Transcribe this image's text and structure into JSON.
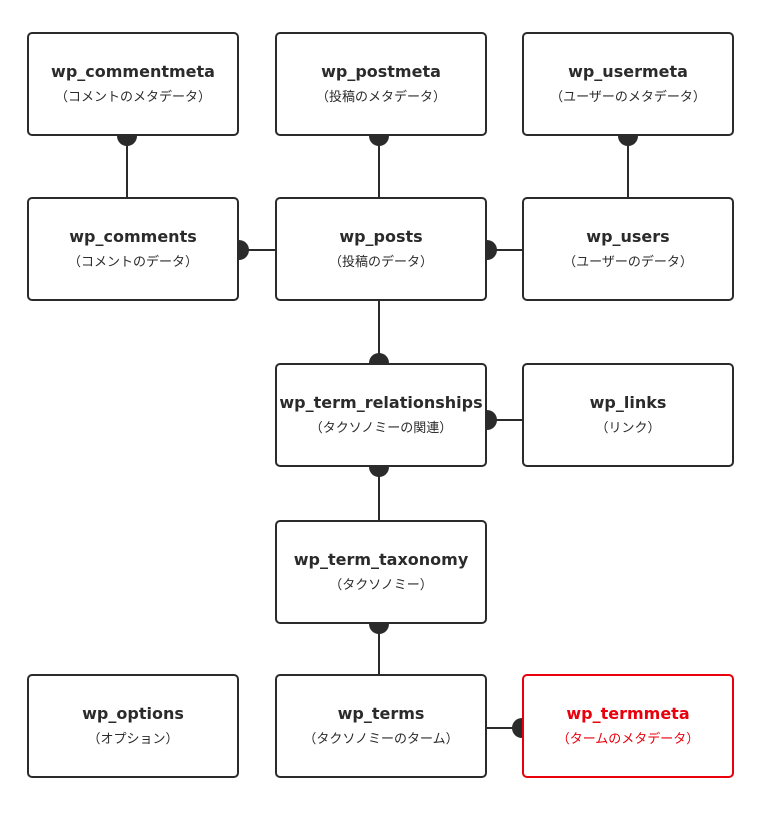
{
  "tables": {
    "commentmeta": {
      "name": "wp_commentmeta",
      "desc": "（コメントのメタデータ）"
    },
    "postmeta": {
      "name": "wp_postmeta",
      "desc": "（投稿のメタデータ）"
    },
    "usermeta": {
      "name": "wp_usermeta",
      "desc": "（ユーザーのメタデータ）"
    },
    "comments": {
      "name": "wp_comments",
      "desc": "（コメントのデータ）"
    },
    "posts": {
      "name": "wp_posts",
      "desc": "（投稿のデータ）"
    },
    "users": {
      "name": "wp_users",
      "desc": "（ユーザーのデータ）"
    },
    "term_relationships": {
      "name": "wp_term_relationships",
      "desc": "（タクソノミーの関連）"
    },
    "links": {
      "name": "wp_links",
      "desc": "（リンク）"
    },
    "term_taxonomy": {
      "name": "wp_term_taxonomy",
      "desc": "（タクソノミー）"
    },
    "options": {
      "name": "wp_options",
      "desc": "（オプション）"
    },
    "terms": {
      "name": "wp_terms",
      "desc": "（タクソノミーのターム）"
    },
    "termmeta": {
      "name": "wp_termmeta",
      "desc": "（タームのメタデータ）"
    }
  },
  "colors": {
    "line": "#2b2b2b",
    "highlight": "#e8000d"
  }
}
